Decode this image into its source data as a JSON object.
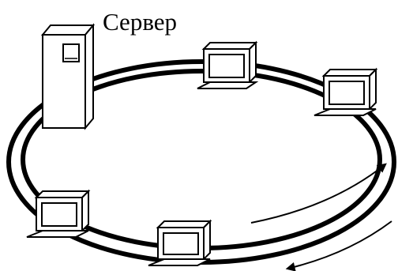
{
  "diagram": {
    "server_label": "Сервер",
    "colors": {
      "stroke": "#000000",
      "fill": "#ffffff"
    }
  },
  "nodes": [
    {
      "id": "server",
      "kind": "server"
    },
    {
      "id": "workstation-top",
      "kind": "workstation"
    },
    {
      "id": "workstation-right",
      "kind": "workstation"
    },
    {
      "id": "workstation-bottom",
      "kind": "workstation"
    },
    {
      "id": "workstation-left",
      "kind": "workstation"
    }
  ],
  "flow_arrows": [
    {
      "id": "inner",
      "direction": "counterclockwise"
    },
    {
      "id": "outer",
      "direction": "clockwise"
    }
  ]
}
